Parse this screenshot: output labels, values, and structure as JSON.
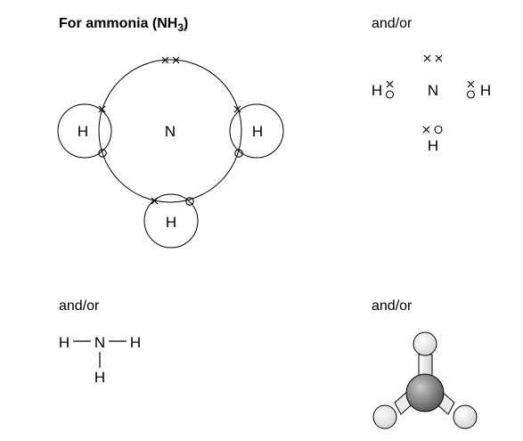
{
  "title": {
    "prefix": "For ammonia (NH",
    "subscript": "3",
    "suffix": ")"
  },
  "alternative_label": "and/or",
  "atoms": {
    "nitrogen": "N",
    "hydrogen": "H"
  },
  "electron_marks": {
    "nitrogen_electron": "×",
    "hydrogen_electron": "○"
  },
  "colors": {
    "line": "#000000",
    "nitrogen_ball": "#888888",
    "hydrogen_ball": "#ffffff"
  }
}
